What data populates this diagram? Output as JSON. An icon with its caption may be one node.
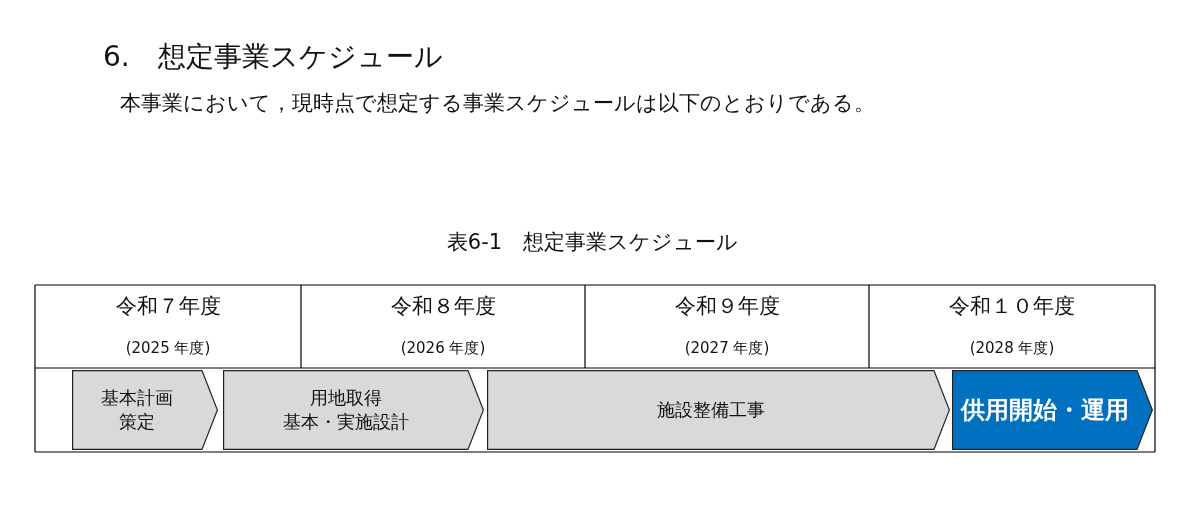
{
  "diagram": {
    "title": "6.　想定事業スケジュール",
    "nodes": [
      {
        "text": [
          "基本計画策定"
        ]
      },
      {
        "text": [
          "用地取得",
          "基本・実施設計"
        ]
      },
      {
        "text": [
          "施設整備工事"
        ]
      },
      {
        "text": [
          "供用開始・運用"
        ]
      }
    ],
    "labels": [
      "本事業において，現時点で想定する事業スケジュールは以下のとおりである。",
      "表6-1　想定事業スケジュール",
      "令和７年度",
      "(2025 年度)",
      "令和８年度",
      "(2026 年度)",
      "令和９年度",
      "(2027 年度)",
      "令和１０年度",
      "(2028 年度)"
    ]
  }
}
